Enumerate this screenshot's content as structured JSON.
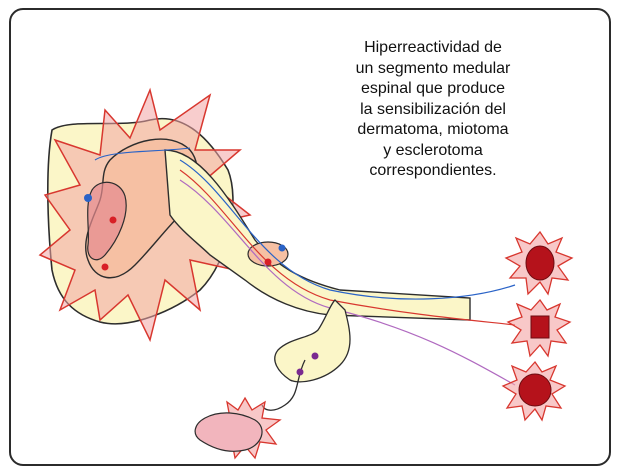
{
  "caption": {
    "lines": [
      "Hiperreactividad de",
      "un segmento medular",
      "espinal que produce",
      "la sensibilización del",
      "dermatoma, miotoma",
      "y esclerotoma",
      "correspondientes."
    ]
  },
  "colors": {
    "spinal_cord_fill": "#fbf6c8",
    "gray_matter_fill": "#f6c0a3",
    "burst_fill": "#f3a4a4",
    "burst_stroke": "#d8372f",
    "nerve_outline": "#2d2d2d",
    "organ_fill": "#b5121b",
    "dot_blue": "#2a63c7",
    "dot_red": "#d81f26",
    "dot_purple": "#7a2a90"
  },
  "icons": [
    "dermatome-burst-icon",
    "myotome-burst-icon",
    "sclerotome-burst-icon",
    "viscera-burst-icon"
  ]
}
